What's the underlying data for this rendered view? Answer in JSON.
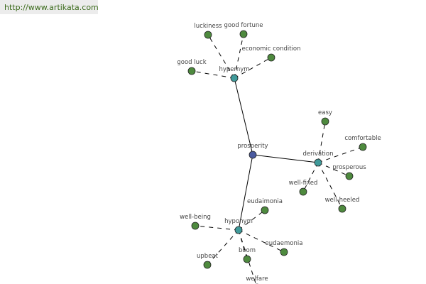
{
  "watermark_url": "http://www.artikata.com",
  "colors": {
    "root": "#4a5aa0",
    "hub": "#3f9a9a",
    "leaf": "#4e8a3e",
    "edge": "#000000"
  },
  "graph": {
    "root": "prosperity",
    "hubs": [
      {
        "label": "hypernym",
        "children": [
          "luckiness",
          "good fortune",
          "economic condition",
          "good luck"
        ]
      },
      {
        "label": "derivation",
        "children": [
          "easy",
          "comfortable",
          "prosperous",
          "well-fixed",
          "well-heeled"
        ]
      },
      {
        "label": "hyponym",
        "children": [
          "eudaimonia",
          "well-being",
          "eudaemonia",
          "upbeat",
          "boom",
          "welfare"
        ]
      }
    ]
  }
}
